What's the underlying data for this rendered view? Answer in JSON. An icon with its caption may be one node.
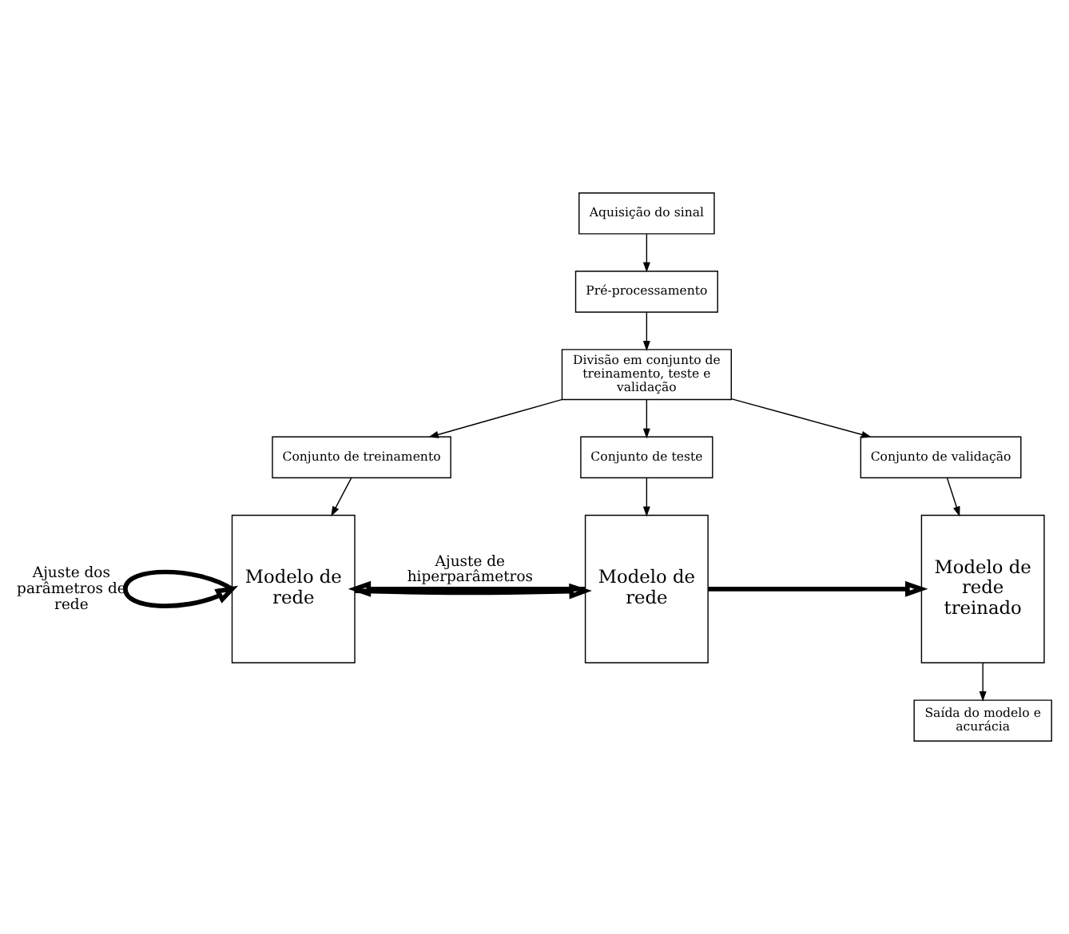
{
  "diagram": {
    "nodes": [
      {
        "text": [
          "Aquisição do sinal"
        ]
      },
      {
        "text": [
          "Pré-processamento"
        ]
      },
      {
        "text": [
          "Divisão em conjunto de treinamento, teste e validação"
        ]
      },
      {
        "text": [
          "Conjunto de treinamento"
        ]
      },
      {
        "text": [
          "Conjunto de teste"
        ]
      },
      {
        "text": [
          "Conjunto de validação"
        ]
      },
      {
        "text": [
          "Modelo de rede"
        ]
      },
      {
        "text": [
          "Modelo de rede"
        ]
      },
      {
        "text": [
          "Modelo de rede treinado"
        ]
      },
      {
        "text": [
          "Saída do modelo e acurácia"
        ]
      }
    ],
    "edges": [
      {
        "from": 0,
        "to": 1,
        "arrow": "to"
      },
      {
        "from": 1,
        "to": 2,
        "arrow": "to"
      },
      {
        "from": 2,
        "to": 3,
        "arrow": "to"
      },
      {
        "from": 2,
        "to": 4,
        "arrow": "to"
      },
      {
        "from": 2,
        "to": 5,
        "arrow": "to"
      },
      {
        "from": 3,
        "to": 6,
        "arrow": "to"
      },
      {
        "from": 4,
        "to": 7,
        "arrow": "to"
      },
      {
        "from": 5,
        "to": 8,
        "arrow": "to"
      },
      {
        "from": 6,
        "to": 6,
        "arrow": "to",
        "label": "Ajuste dos parâmetros de rede",
        "style": "thick"
      },
      {
        "from": 6,
        "to": 7,
        "arrow": "to",
        "style": "thick"
      },
      {
        "from": 7,
        "to": 6,
        "arrow": "to",
        "style": "thick",
        "label": "Ajuste de hiperparâmetros"
      },
      {
        "from": 7,
        "to": 8,
        "arrow": "to",
        "style": "thick"
      },
      {
        "from": 8,
        "to": 9,
        "arrow": "to"
      }
    ]
  }
}
